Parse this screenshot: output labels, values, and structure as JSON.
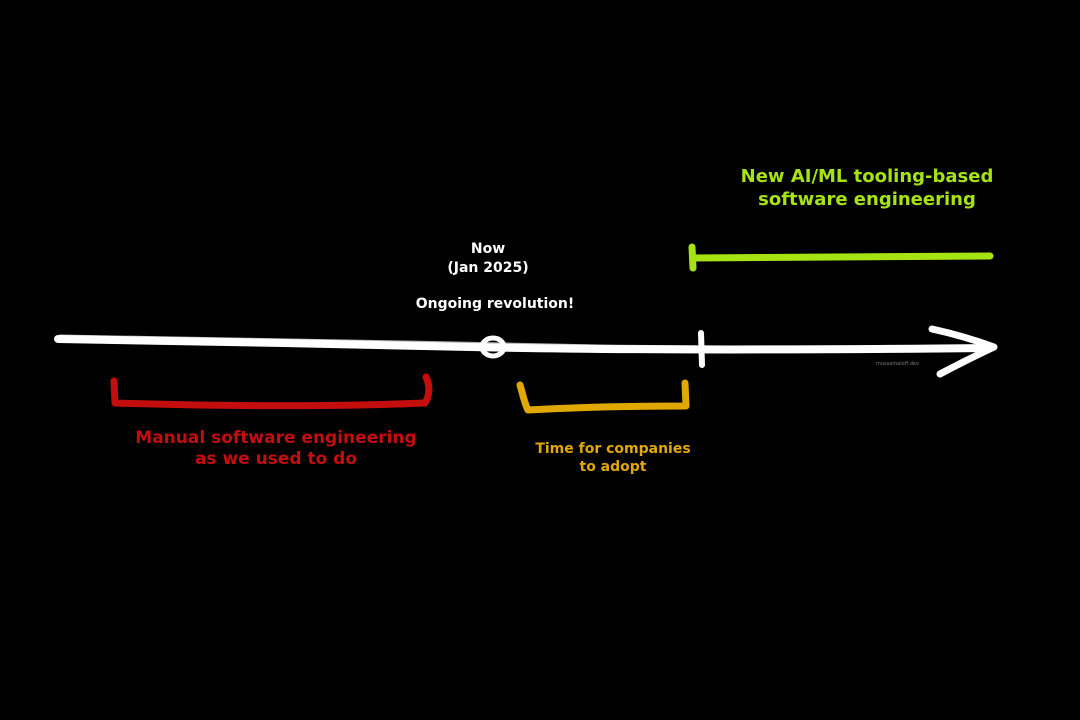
{
  "colors": {
    "background": "#000000",
    "timeline": "#ffffff",
    "manual": "#c40d0d",
    "adopt": "#e0a800",
    "new_era": "#a6e312",
    "watermark": "#7a7a7a"
  },
  "now_marker": {
    "title": "Now",
    "date": "(Jan 2025)",
    "note": "Ongoing revolution!"
  },
  "periods": {
    "manual": {
      "line1": "Manual software engineering",
      "line2": "as we used to do"
    },
    "adopt": {
      "line1": "Time for companies",
      "line2": "to adopt"
    },
    "new_era": {
      "line1": "New AI/ML tooling-based",
      "line2": "software engineering"
    }
  },
  "watermark": "mussamaloff.dev"
}
